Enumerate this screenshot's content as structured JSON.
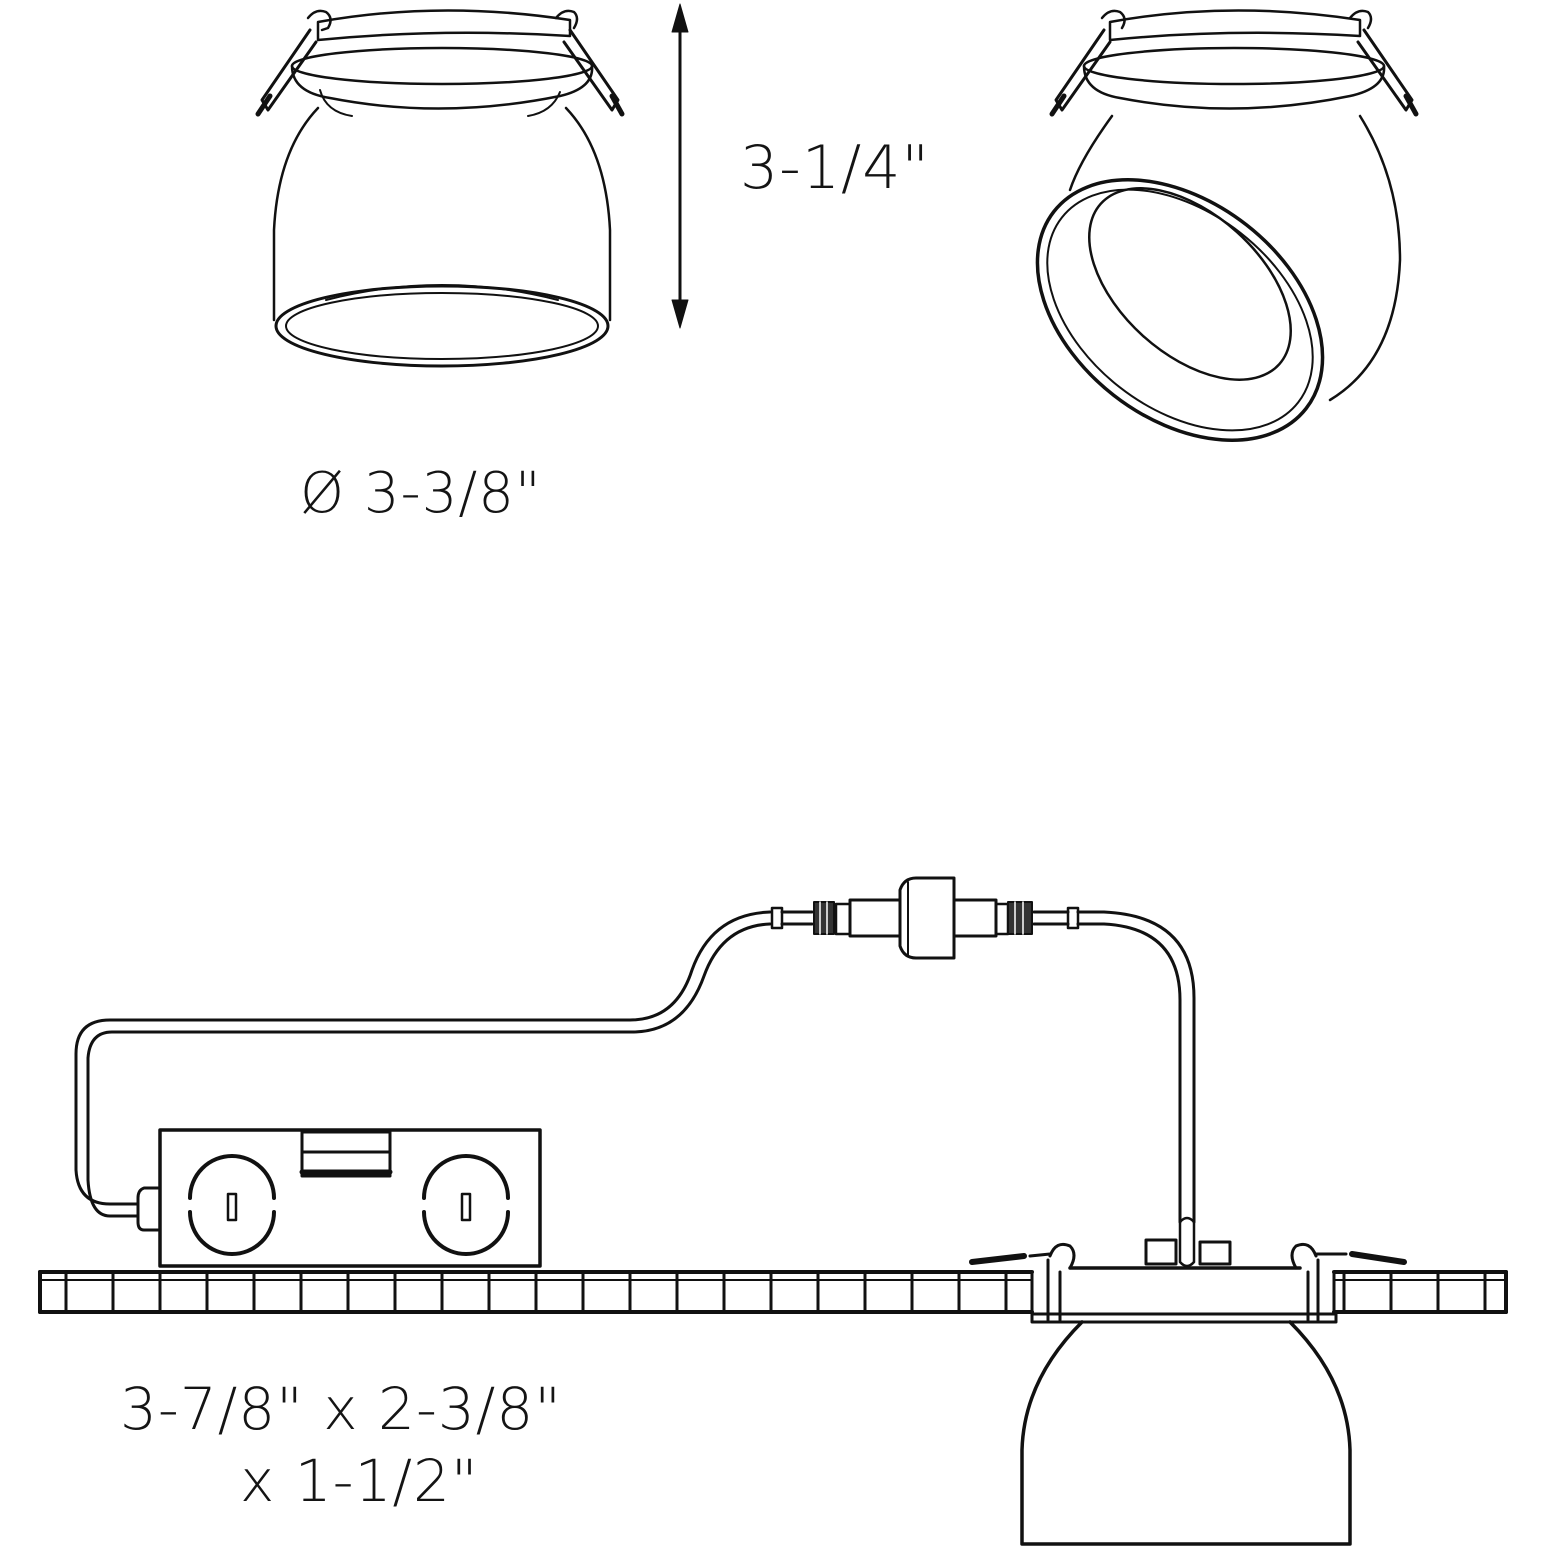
{
  "diagram": {
    "type": "product-dimension-drawing",
    "subject": "recessed gimbal downlight with remote junction box",
    "views": [
      {
        "name": "front-view",
        "description": "fixture straight down, spring clips, trim ring, dome body"
      },
      {
        "name": "tilted-view",
        "description": "fixture gimbal tilted/aimed, spring clips, trim ring"
      },
      {
        "name": "installation-view",
        "description": "junction box on ceiling, wire with inline connector, fixture installed through ceiling"
      }
    ],
    "colors": {
      "line": "#111111",
      "background": "#ffffff"
    }
  },
  "dimensions": {
    "height": "3-1/4\"",
    "diameter": "Ø 3-3/8\"",
    "junction_box_line1": "3-7/8\" x 2-3/8\"",
    "junction_box_line2": "x 1-1/2\""
  }
}
